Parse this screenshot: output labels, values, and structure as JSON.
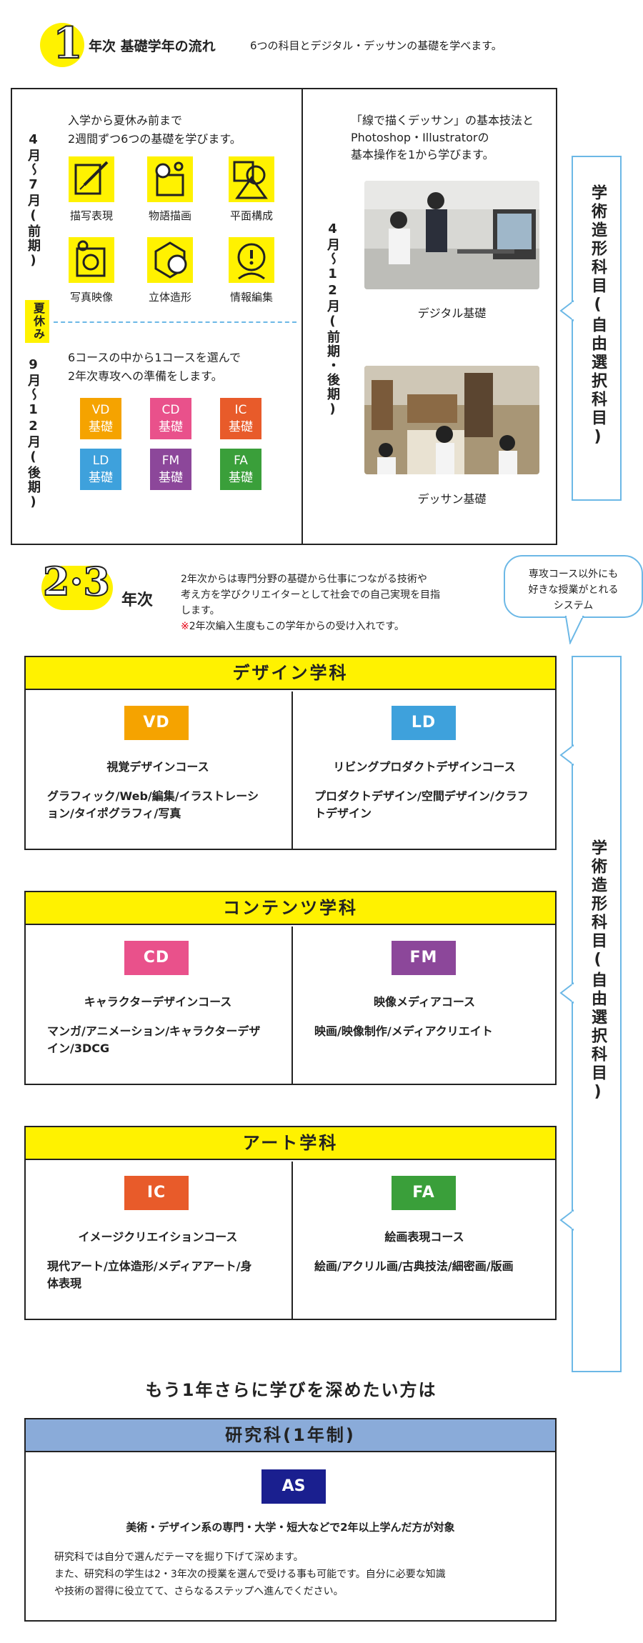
{
  "year1": {
    "number": "1",
    "title": "年次 基礎学年の流れ",
    "subtitle": "6つの科目とデジタル・デッサンの基礎を学べます。",
    "period1_label": "4月〜7月(前期)",
    "period1_text": [
      "入学から夏休み前まで",
      "2週間ずつ6つの基礎を学びます。"
    ],
    "basics": [
      {
        "label": "描写表現",
        "icon": "drawing-pen-icon"
      },
      {
        "label": "物語描画",
        "icon": "story-icon"
      },
      {
        "label": "平面構成",
        "icon": "shapes-icon"
      },
      {
        "label": "写真映像",
        "icon": "camera-icon"
      },
      {
        "label": "立体造形",
        "icon": "cube-icon"
      },
      {
        "label": "情報編集",
        "icon": "info-icon"
      }
    ],
    "summer": "夏休み",
    "period2_label": "9月〜12月(後期)",
    "period2_text": [
      "6コースの中から1コースを選んで",
      "2年次専攻への準備をします。"
    ],
    "course_basics": [
      {
        "code": "VD",
        "label": "基礎",
        "color": "#f5a300"
      },
      {
        "code": "CD",
        "label": "基礎",
        "color": "#e9518b"
      },
      {
        "code": "IC",
        "label": "基礎",
        "color": "#e85b2a"
      },
      {
        "code": "LD",
        "label": "基礎",
        "color": "#3ea1dc"
      },
      {
        "code": "FM",
        "label": "基礎",
        "color": "#8c479a"
      },
      {
        "code": "FA",
        "label": "基礎",
        "color": "#3a9f3a"
      }
    ],
    "right_period": "4月〜12月(前期・後期)",
    "right_text": [
      "「線で描くデッサン」の基本技法と",
      "Photoshop・Illustratorの",
      "基本操作を1から学びます。"
    ],
    "photo1_caption": "デジタル基礎",
    "photo2_caption": "デッサン基礎",
    "side_label": "学術造形科目(自由選択科目)"
  },
  "year23": {
    "number": "2·3",
    "suffix": "年次",
    "text": [
      "2年次からは専門分野の基礎から仕事につながる技術や",
      "考え方を学びクリエイターとして社会での自己実現を目指",
      "します。"
    ],
    "note_mark": "※",
    "note": "2年次編入生度もこの学年からの受け入れです。",
    "bubble": [
      "専攻コース以外にも",
      "好きな授業がとれる",
      "システム"
    ],
    "side_label": "学術造形科目(自由選択科目)"
  },
  "departments": [
    {
      "title": "デザイン学科",
      "courses": [
        {
          "code": "VD",
          "color": "#f5a300",
          "name": "視覚デザインコース",
          "desc": "グラフィック/Web/編集/イラストレーション/タイポグラフィ/写真"
        },
        {
          "code": "LD",
          "color": "#3ea1dc",
          "name": "リビングプロダクトデザインコース",
          "desc": "プロダクトデザイン/空間デザイン/クラフトデザイン"
        }
      ]
    },
    {
      "title": "コンテンツ学科",
      "courses": [
        {
          "code": "CD",
          "color": "#e9518b",
          "name": "キャラクターデザインコース",
          "desc": "マンガ/アニメーション/キャラクターデザイン/3DCG"
        },
        {
          "code": "FM",
          "color": "#8c479a",
          "name": "映像メディアコース",
          "desc": "映画/映像制作/メディアクリエイト"
        }
      ]
    },
    {
      "title": "アート学科",
      "courses": [
        {
          "code": "IC",
          "color": "#e85b2a",
          "name": "イメージクリエイションコース",
          "desc": "現代アート/立体造形/メディアアート/身体表現"
        },
        {
          "code": "FA",
          "color": "#3a9f3a",
          "name": "絵画表現コース",
          "desc": "絵画/アクリル画/古典技法/細密画/版画"
        }
      ]
    }
  ],
  "research": {
    "heading": "もう1年さらに学びを深めたい方は",
    "title": "研究科(1年制)",
    "code": "AS",
    "target": "美術・デザイン系の専門・大学・短大などで2年以上学んだ方が対象",
    "text": [
      "研究科では自分で選んだテーマを掘り下げて深めます。",
      "また、研究科の学生は2・3年次の授業を選んで受ける事も可能です。自分に必要な知識",
      "や技術の習得に役立てて、さらなるステップへ進んでください。"
    ],
    "header_color": "#8aabd9",
    "badge_color": "#1a1f8f"
  }
}
